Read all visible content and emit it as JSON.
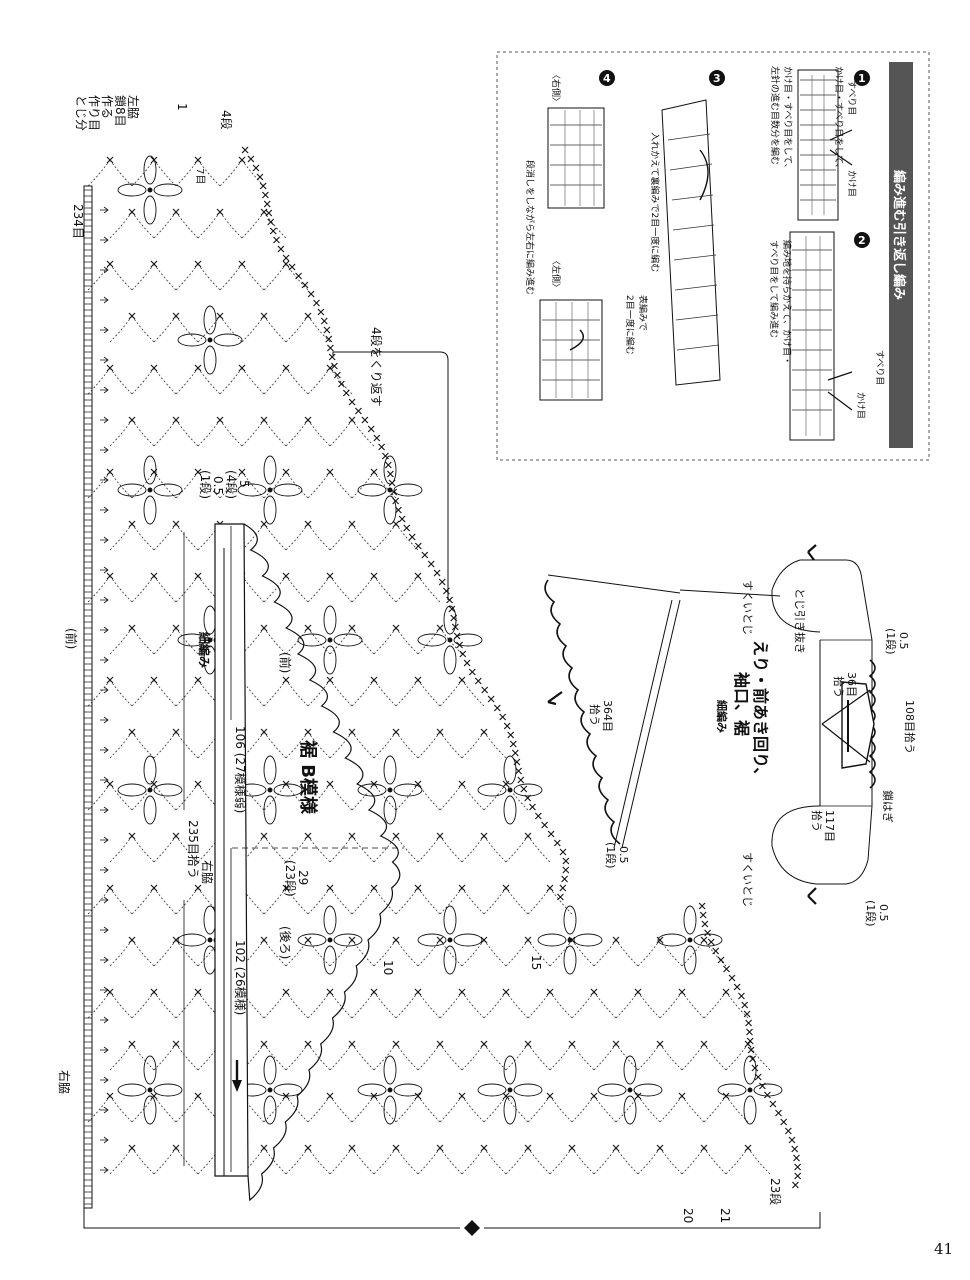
{
  "page_number": "41",
  "hem_chart": {
    "title": "裾 B模様",
    "label_front": "(前)",
    "label_back": "(後ろ)",
    "label_front_outer": "(前)",
    "border_label": "細編み",
    "width_front": "106 (27模様弱)",
    "width_back": "102 (26模様)",
    "width_total": "235目拾う",
    "right_side": "右脇",
    "right_side_bottom": "右脇",
    "height_rows": "29",
    "height_rows_sub": "(23段)",
    "dim_5": "5",
    "dim_5_sub": "(4段)",
    "dim_05": "0.5",
    "dim_05_sub": "(1段)",
    "note_turn": "4段をくり返す",
    "left_side_lines": [
      "左脇",
      "鎖8目",
      "作る"
    ],
    "start_lines": [
      "作り目",
      "とじ分"
    ],
    "start_count": "234目",
    "row_4": "4段",
    "row_1": "1段",
    "row_1b": "1",
    "chain_mark": "7目",
    "row_10": "10",
    "row_15": "15",
    "row_20": "20",
    "row_21": "21",
    "row_23": "23段"
  },
  "technique": {
    "title": "編み進む引き返し編み",
    "steps": [
      {
        "num": "1",
        "lines": [
          "かけ目・すべり目をして、",
          "左針の進む目数分を編む"
        ],
        "labels": [
          "すべり目",
          "かけ目"
        ]
      },
      {
        "num": "2",
        "lines": [
          "編み地を持ちかえて、かけ目・",
          "すべり目をして編み進む"
        ],
        "labels": [
          "すべり目",
          "かけ目"
        ]
      },
      {
        "num": "3",
        "lines": [
          "入れかえて裏編みで2目一度に編む"
        ],
        "labels": [
          "表編みで",
          "2目一度に編む"
        ]
      },
      {
        "num": "4",
        "lines": [
          "段消しをしながら左右に編み進む"
        ],
        "labels": [
          "〈右側〉",
          "〈左側〉"
        ]
      }
    ]
  },
  "schematic": {
    "title_lines": [
      "えり・前あき回り、",
      "袖口、裾"
    ],
    "subtitle": "細編み",
    "collar": "36目",
    "collar_sub": "拾う",
    "picks_108": "108目拾う",
    "picks_117": "117目",
    "picks_117_sub": "拾う",
    "picks_364": "364目",
    "picks_364_sub": "拾う",
    "chain": "鎖はぎ",
    "seam_a": "すくいとじ",
    "seam_b": "すくいとじ",
    "bind_off": "とじ引き抜き",
    "half_a": "0.5",
    "half_a_sub": "(1段)",
    "half_b": "0.5",
    "half_b_sub": "(1段)",
    "half_c": "0.5",
    "half_c_sub": "(1段)"
  }
}
